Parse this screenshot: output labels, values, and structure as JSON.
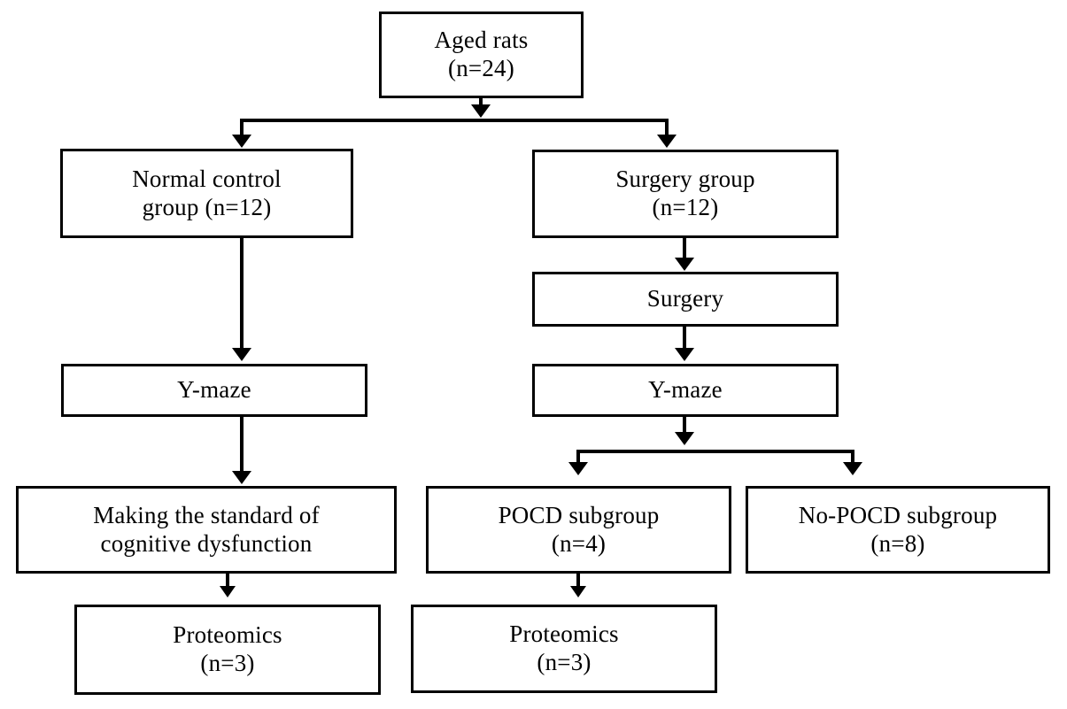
{
  "figure": {
    "type": "flowchart",
    "orientation": "top-down",
    "background_color": "#ffffff",
    "line_color": "#000000",
    "text_color": "#000000"
  },
  "nodes": {
    "aged_rats": {
      "line1": "Aged rats",
      "line2": "(n=24)"
    },
    "normal_control": {
      "line1": "Normal control",
      "line2": "group (n=12)"
    },
    "surgery_group": {
      "line1": "Surgery group",
      "line2": "(n=12)"
    },
    "surgery": {
      "line1": "Surgery",
      "line2": ""
    },
    "ymaze_left": {
      "line1": "Y-maze",
      "line2": ""
    },
    "ymaze_right": {
      "line1": "Y-maze",
      "line2": ""
    },
    "standard": {
      "line1": "Making the standard of",
      "line2": "cognitive dysfunction"
    },
    "pocd_subgroup": {
      "line1": "POCD subgroup",
      "line2": "(n=4)"
    },
    "no_pocd_subgroup": {
      "line1": "No-POCD subgroup",
      "line2": "(n=8)"
    },
    "proteomics_left": {
      "line1": "Proteomics",
      "line2": "(n=3)"
    },
    "proteomics_right": {
      "line1": "Proteomics",
      "line2": "(n=3)"
    }
  },
  "edges": [
    {
      "from": "aged_rats",
      "to": "normal_control",
      "kind": "split-left"
    },
    {
      "from": "aged_rats",
      "to": "surgery_group",
      "kind": "split-right"
    },
    {
      "from": "normal_control",
      "to": "ymaze_left",
      "kind": "straight"
    },
    {
      "from": "surgery_group",
      "to": "surgery",
      "kind": "straight"
    },
    {
      "from": "surgery",
      "to": "ymaze_right",
      "kind": "straight"
    },
    {
      "from": "ymaze_left",
      "to": "standard",
      "kind": "straight"
    },
    {
      "from": "ymaze_right",
      "to": "pocd_subgroup",
      "kind": "split-left"
    },
    {
      "from": "ymaze_right",
      "to": "no_pocd_subgroup",
      "kind": "split-right"
    },
    {
      "from": "standard",
      "to": "proteomics_left",
      "kind": "straight"
    },
    {
      "from": "pocd_subgroup",
      "to": "proteomics_right",
      "kind": "straight"
    }
  ]
}
